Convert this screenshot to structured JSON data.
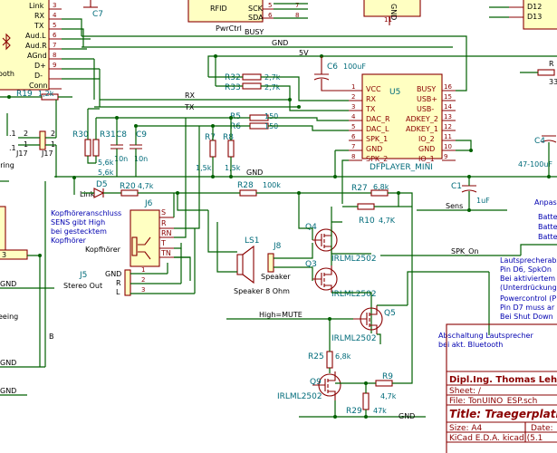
{
  "bt_module": {
    "pins": [
      "Link",
      "RX",
      "TX",
      "Aud.L",
      "Aud.R",
      "AGnd",
      "D+",
      "D-",
      "Conn"
    ],
    "pin_numbers": [
      "3",
      "4",
      "5",
      "6",
      "7",
      "8",
      "9"
    ],
    "label_fragment": "ooth"
  },
  "top": {
    "c7": "C7",
    "rfid_block": {
      "label": "RFID",
      "pins": [
        "SCK",
        "SDA"
      ],
      "numbers": [
        "5",
        "6",
        "7",
        "8"
      ]
    },
    "pwrctrl": "PwrCtrl",
    "busy": "BUSY",
    "gnd": "GND",
    "v5": "5V",
    "d_pins": [
      "D12",
      "D13"
    ],
    "chip_gnd": "GND",
    "chip_pin": "11"
  },
  "u5": {
    "ref": "U5",
    "name": "DFPLAYER_MINI",
    "left_pins": [
      "VCC",
      "RX",
      "TX",
      "DAC_R",
      "DAC_L",
      "SPK_1",
      "GND",
      "SPK_2"
    ],
    "left_numbers": [
      "1",
      "2",
      "3",
      "4",
      "5",
      "6",
      "7",
      "8"
    ],
    "right_pins": [
      "BUSY",
      "USB+",
      "USB-",
      "ADKEY_2",
      "ADKEY_1",
      "IO_2",
      "GND",
      "IO_1"
    ],
    "right_numbers": [
      "16",
      "15",
      "14",
      "13",
      "12",
      "11",
      "10",
      "9"
    ]
  },
  "c6": {
    "ref": "C6",
    "value": "100uF"
  },
  "r32": {
    "ref": "R32",
    "value": "2,7k"
  },
  "r33": {
    "ref": "R33",
    "value": "2,7k"
  },
  "r5": {
    "ref": "R5",
    "value": "150"
  },
  "r6": {
    "ref": "R6",
    "value": "150"
  },
  "r7": {
    "ref": "R7",
    "value": "1,5k"
  },
  "r8": {
    "ref": "R8",
    "value": "1,5k"
  },
  "r19": {
    "ref": "R19",
    "value": "1,2k"
  },
  "r30": {
    "ref": "R30",
    "value": "5,6k"
  },
  "r31": {
    "ref": "R31",
    "value": "5,6k"
  },
  "c8": {
    "ref": "C8",
    "value": "10n"
  },
  "c9": {
    "ref": "C9",
    "value": "10n"
  },
  "d5": {
    "ref": "D5",
    "net": "Link"
  },
  "r20": {
    "ref": "R20",
    "value": "4,7k"
  },
  "r28": {
    "ref": "R28",
    "value": "100k"
  },
  "r27": {
    "ref": "R27",
    "value": "6,8k"
  },
  "r10": {
    "ref": "R10",
    "value": "4,7K"
  },
  "c1": {
    "ref": "C1",
    "value": "1uF",
    "net": "Sens"
  },
  "c4": {
    "ref": "C4",
    "value": "47-100uF"
  },
  "nets": {
    "rx": "RX",
    "tx": "TX",
    "gnd": "GND",
    "gnd2": "GND",
    "gnd3": "GND",
    "gnd4": "GND",
    "gnd5": "GND",
    "high_mute": "High=MUTE",
    "spk_on": "SPK_On",
    "b": "B",
    "j17": "J17",
    "j17b": "J17",
    "eing": "eeing",
    "iring": "iring"
  },
  "j6": {
    "ref": "J6",
    "pins": [
      "S",
      "R",
      "RN",
      "T",
      "TN"
    ],
    "label": "Kopfhörer",
    "note": [
      "Kopfhöreranschluss",
      "SENS gibt High",
      "bei gestecktem",
      "Kopfhörer"
    ]
  },
  "j5": {
    "ref": "J5",
    "label": "Stereo Out",
    "pins": [
      "GND",
      "R",
      "L"
    ],
    "numbers": [
      "1",
      "2",
      "3"
    ]
  },
  "ls1": {
    "ref": "LS1",
    "label": "Speaker 8 Ohm"
  },
  "j8": {
    "ref": "J8",
    "label": "Speaker"
  },
  "q4": {
    "ref": "Q4",
    "part": "IRLML2502"
  },
  "q3": {
    "ref": "Q3",
    "part": "IRLML2502"
  },
  "q5": {
    "ref": "Q5",
    "part": "IRLML2502"
  },
  "q9": {
    "ref": "Q9",
    "part": "IRLML2502"
  },
  "r25": {
    "ref": "R25",
    "value": "6,8k"
  },
  "r9": {
    "ref": "R9",
    "value": "4,7k"
  },
  "r29": {
    "ref": "R29",
    "value": "47k"
  },
  "right_notes": {
    "anpas": [
      "Anpas",
      "Batte",
      "Batte",
      "Batte"
    ],
    "laut": [
      "Lautsprecherabs",
      "Pin D6, SpkOn",
      "Bei aktiviertem",
      "(Unterdrückung"
    ],
    "power": [
      "Powercontrol (P",
      "Pin D7 muss ar",
      "Bei Shut Down"
    ],
    "r_partial": [
      "R",
      "33"
    ],
    "bt_note": [
      "Abschaltung Lautsprecher",
      "bei akt. Bluetooth"
    ]
  },
  "title_block": {
    "author": "Dipl.Ing. Thomas Lehner",
    "sheet": "Sheet: /",
    "file": "File: TonUINO_ESP.sch",
    "title": "Title: Traegerplatin",
    "size": "Size: A4",
    "date": "Date:",
    "kicad": "KiCad E.D.A.  kicad (5.1"
  }
}
